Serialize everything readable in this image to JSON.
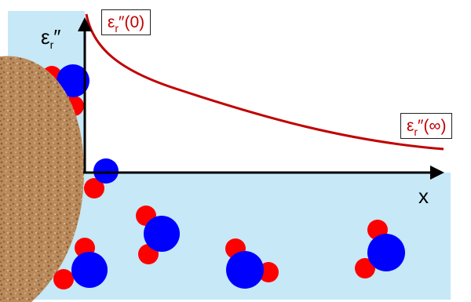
{
  "labels": {
    "y_axis": {
      "sym": "ε",
      "sub": "r",
      "sup": "″"
    },
    "x_axis": "x",
    "box_zero": {
      "sym": "ε",
      "sub": "r",
      "tail": "″(0)"
    },
    "box_inf": {
      "sym": "ε",
      "sub": "r",
      "tail": "″(∞)"
    }
  },
  "colors": {
    "water": "#c6e8f7",
    "oxygen_atom": "#0000ff",
    "hydrogen_atom": "#ff0000",
    "surface": "#b98a5c",
    "curve": "#c00000",
    "axis": "#000000"
  },
  "icons": [
    "water-molecule-icon",
    "particle-surface-icon",
    "axis-arrow-icon"
  ]
}
